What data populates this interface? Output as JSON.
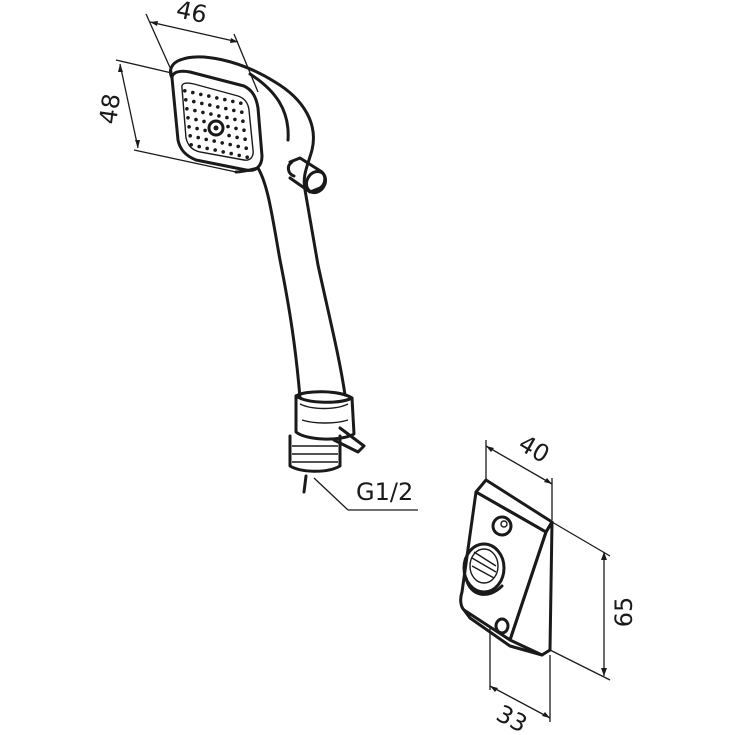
{
  "dimensions": {
    "head_width": "46",
    "head_height": "48",
    "thread": "G1/2",
    "holder_width": "40",
    "holder_height": "65",
    "holder_depth": "33"
  },
  "colors": {
    "line": "#1a1a1a",
    "background": "#ffffff"
  }
}
